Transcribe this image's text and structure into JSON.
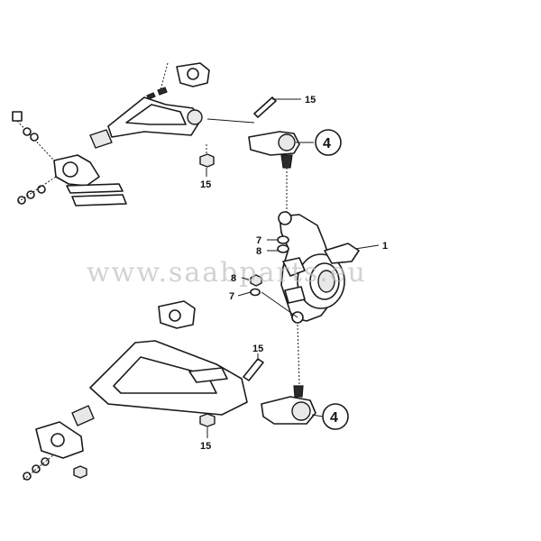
{
  "watermark": "www.saabparts.eu",
  "callouts": {
    "upper_bolt": "15",
    "upper_nut": "15",
    "upper_balljoint": "4",
    "knuckle": "1",
    "washer_upper": "7",
    "nut_upper": "8",
    "nut_lower": "8",
    "washer_lower": "7",
    "lower_bolt": "15",
    "lower_nut": "15",
    "lower_balljoint": "4"
  },
  "colors": {
    "line": "#1a1a1a",
    "watermark": "#bfbfbf",
    "background": "#ffffff"
  }
}
